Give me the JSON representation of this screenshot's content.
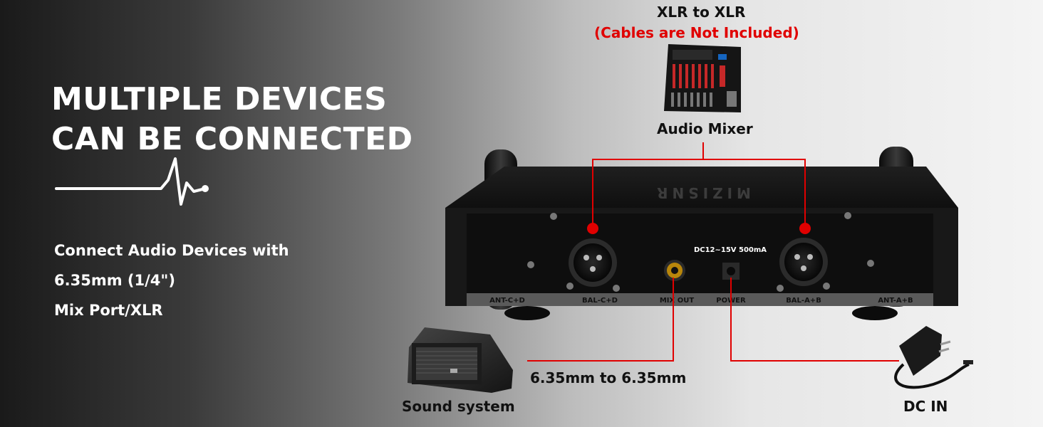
{
  "headline": {
    "line1": "MULTIPLE DEVICES",
    "line2": "CAN BE CONNECTED"
  },
  "subtext": {
    "line1": "Connect Audio Devices with",
    "line2": "6.35mm (1/4\")",
    "line3": "Mix Port/XLR"
  },
  "callouts": {
    "xlr_title": "XLR to XLR",
    "xlr_note": "(Cables are Not Included)",
    "mixer": "Audio Mixer",
    "sound_system": "Sound system",
    "cable_635": "6.35mm to 6.35mm",
    "dc_in": "DC IN"
  },
  "receiver": {
    "brand": "MIZISNR",
    "power_spec": "DC12~15V 500mA",
    "ports": {
      "ant_cd": "ANT-C+D",
      "bal_cd": "BAL-C+D",
      "mix_out": "MIX OUT",
      "power": "POWER",
      "bal_ab": "BAL-A+B",
      "ant_ab": "ANT-A+B"
    }
  },
  "colors": {
    "accent_red": "#e00000",
    "headline": "#ffffff"
  }
}
